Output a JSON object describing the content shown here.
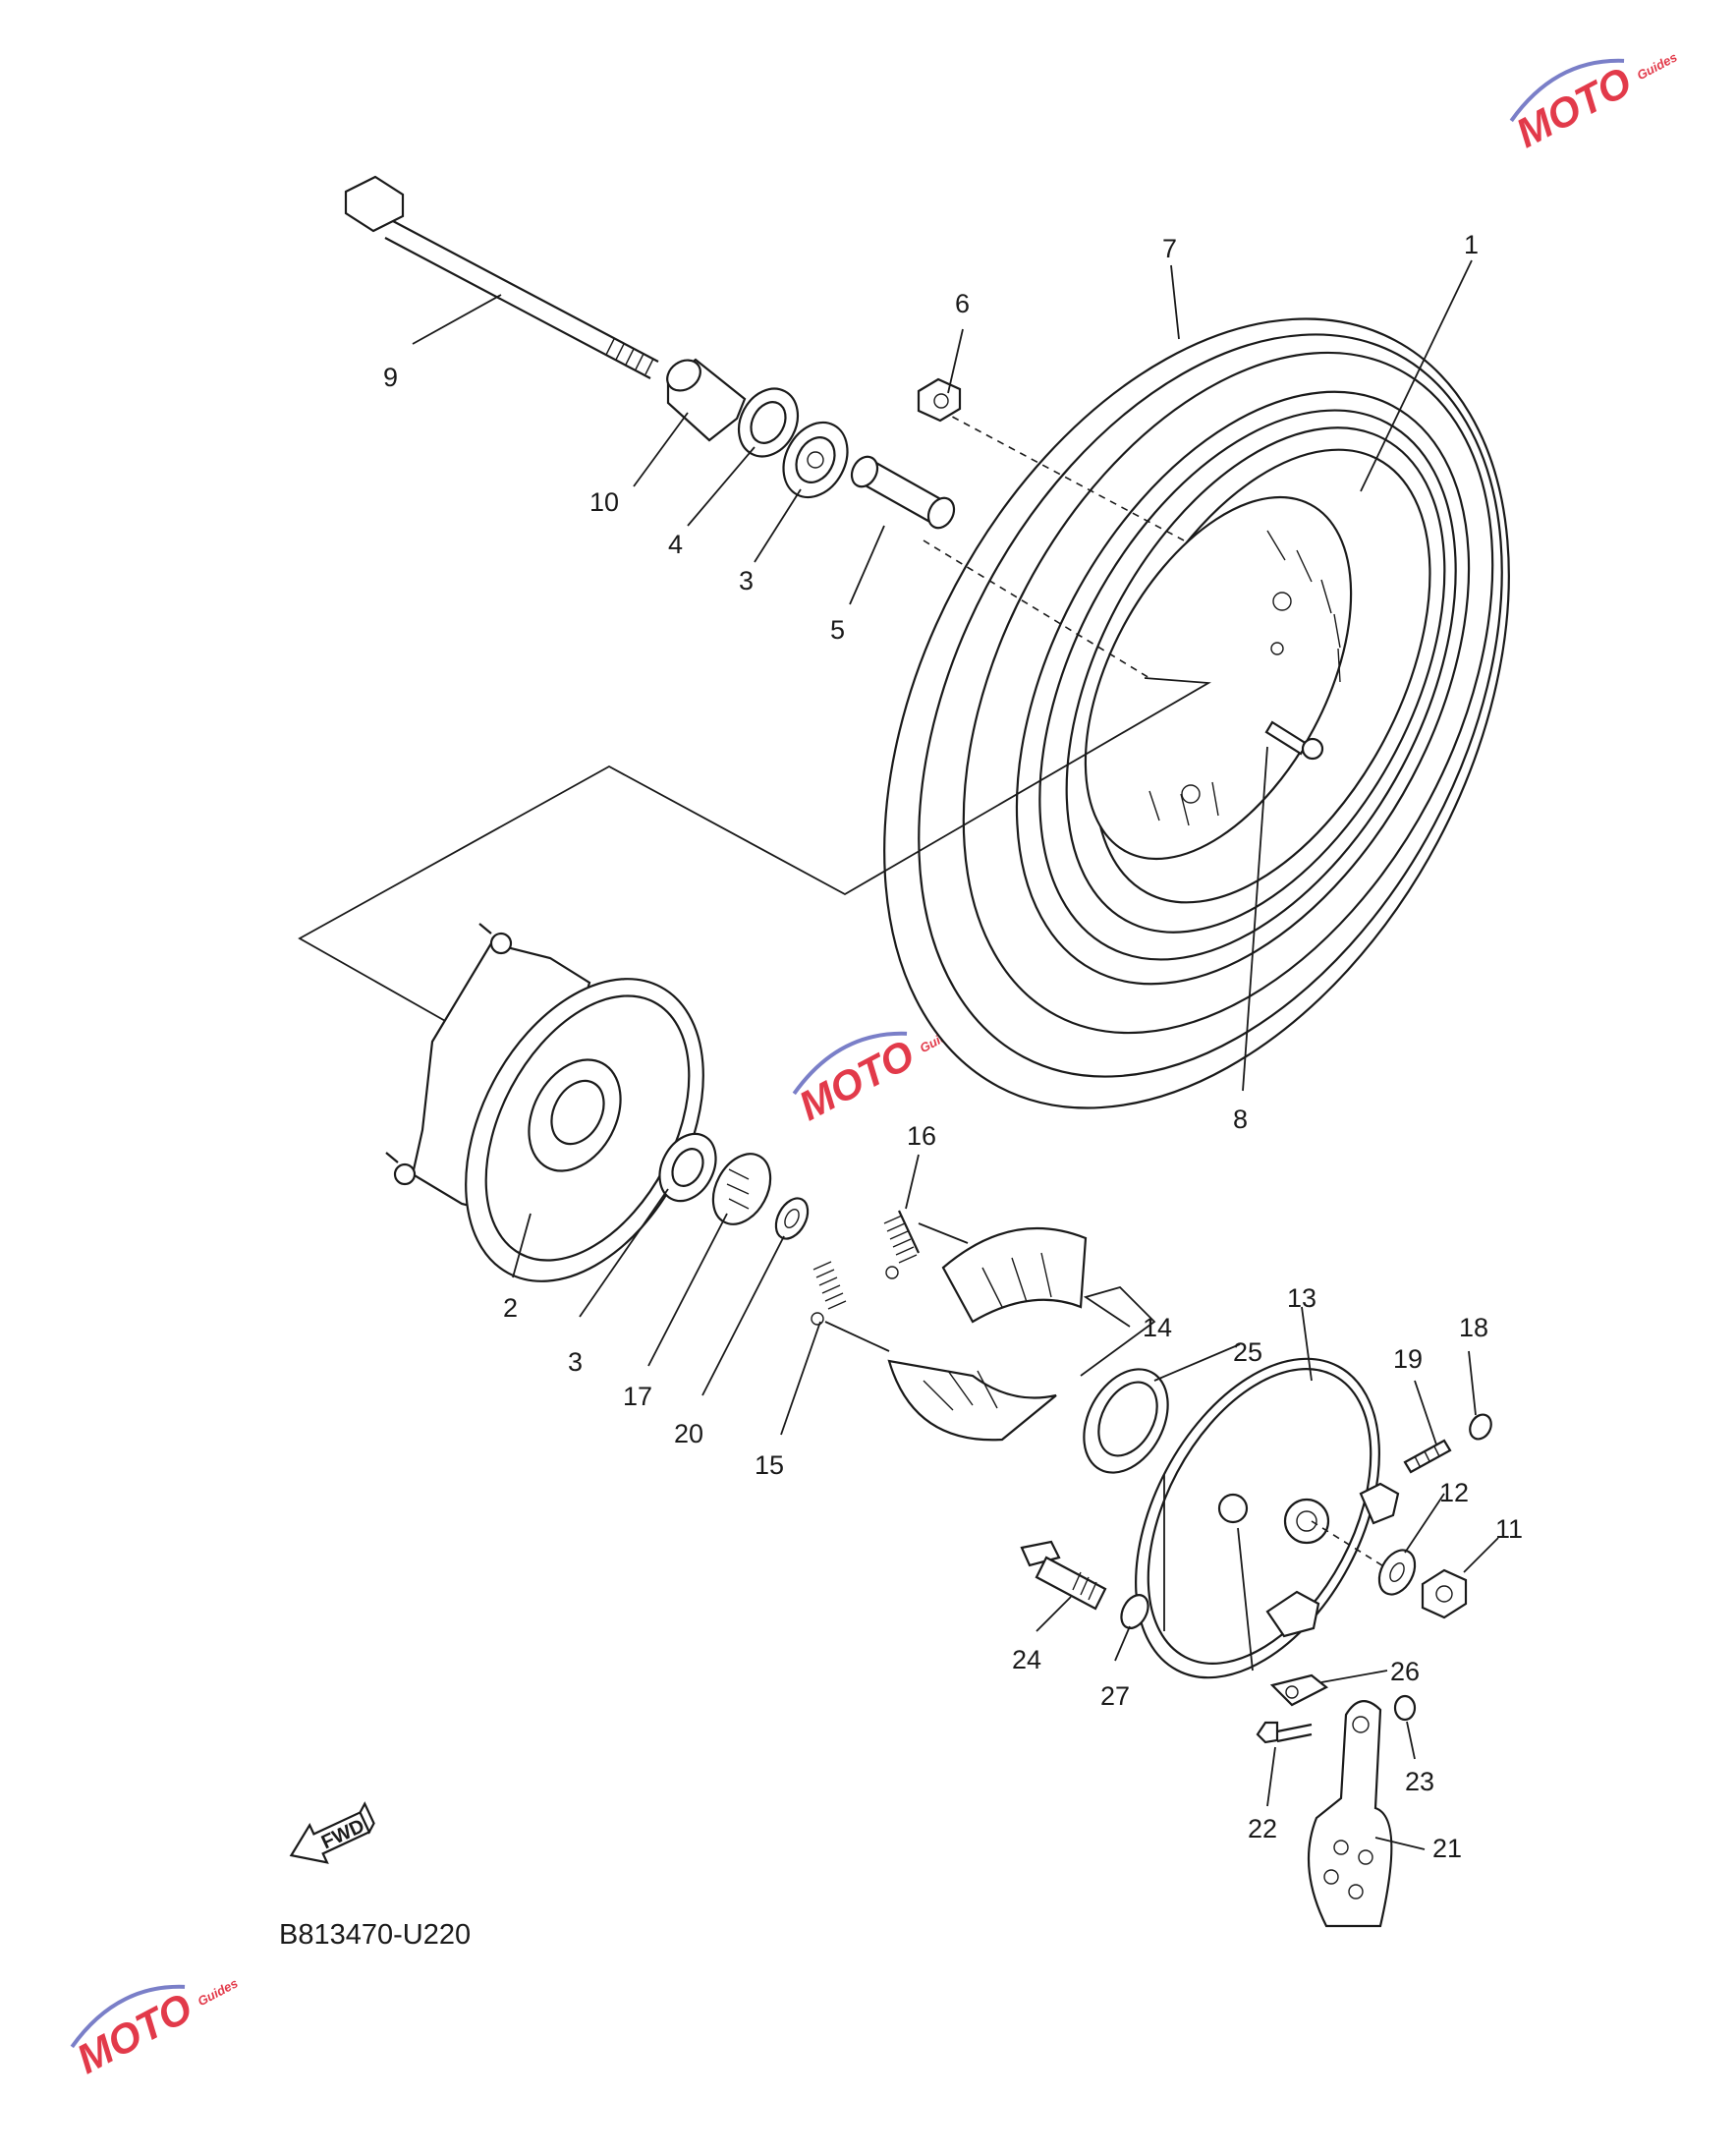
{
  "diagram_code": "B813470-U220",
  "fwd_label": "FWD",
  "watermark": {
    "text": "MOTO",
    "subtext": "Guides",
    "color": "#e23a4a",
    "accent": "#7a7fc8"
  },
  "callouts": {
    "c1": "1",
    "c2": "2",
    "c3a": "3",
    "c3b": "3",
    "c4": "4",
    "c5": "5",
    "c6": "6",
    "c7": "7",
    "c8": "8",
    "c9": "9",
    "c10": "10",
    "c11": "11",
    "c12": "12",
    "c13": "13",
    "c14": "14",
    "c15": "15",
    "c16": "16",
    "c17": "17",
    "c18": "18",
    "c19": "19",
    "c20": "20",
    "c21": "21",
    "c22": "22",
    "c23": "23",
    "c24": "24",
    "c25": "25",
    "c26": "26",
    "c27": "27"
  }
}
